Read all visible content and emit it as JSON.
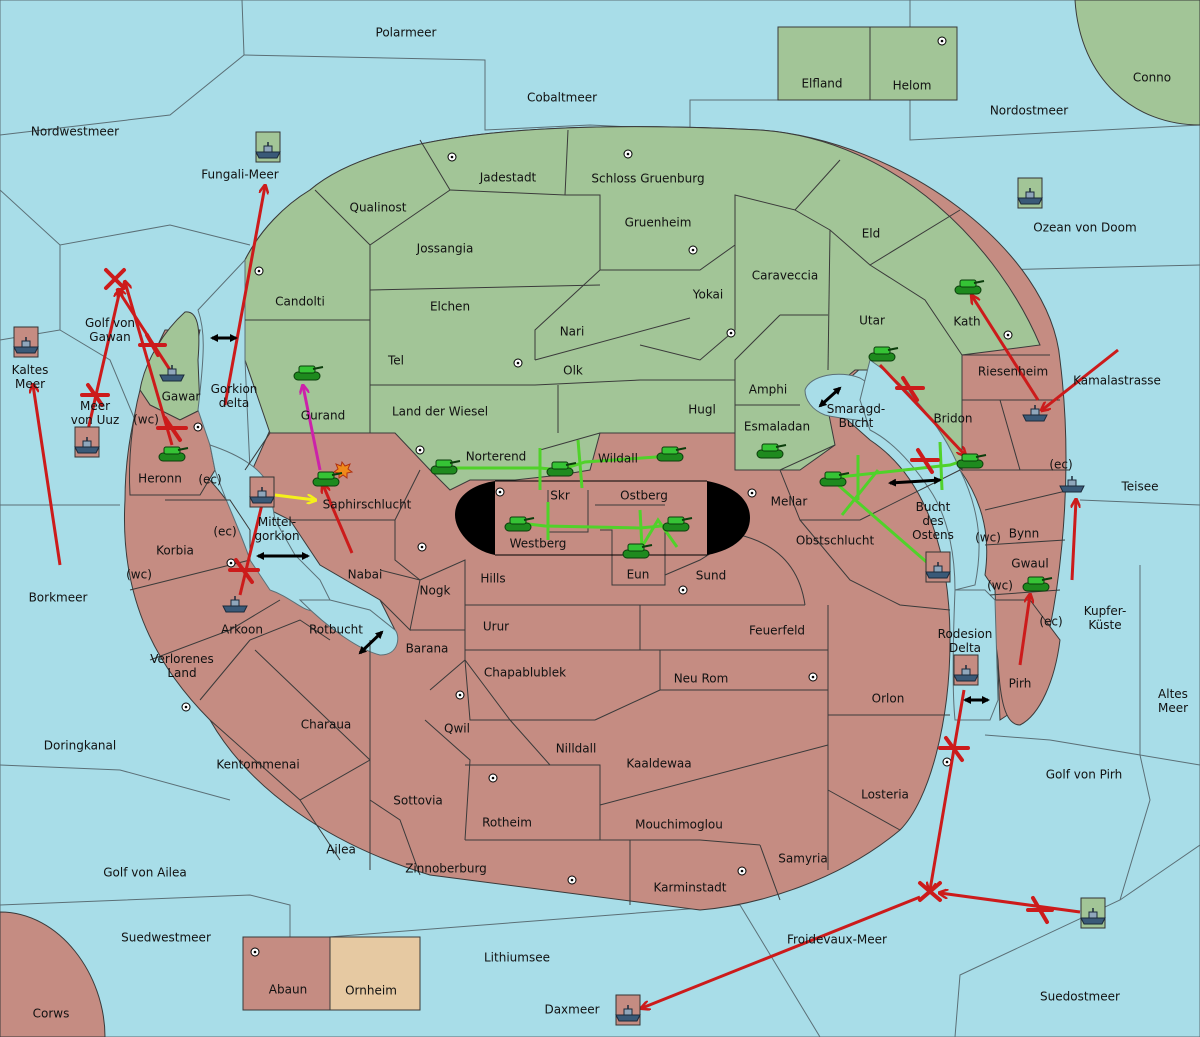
{
  "provinces": [
    {
      "id": "polarmeer",
      "label": "Polarmeer"
    },
    {
      "id": "cobaltmeer",
      "label": "Cobaltmeer"
    },
    {
      "id": "nordwestmeer",
      "label": "Nordwestmeer"
    },
    {
      "id": "nordostmeer",
      "label": "Nordostmeer"
    },
    {
      "id": "conno",
      "label": "Conno"
    },
    {
      "id": "elfland",
      "label": "Elfland"
    },
    {
      "id": "helom",
      "label": "Helom"
    },
    {
      "id": "fungali-meer",
      "label": "Fungali-Meer"
    },
    {
      "id": "ozean-von-doom",
      "label": "Ozean von Doom"
    },
    {
      "id": "jadestadt",
      "label": "Jadestadt"
    },
    {
      "id": "schloss-gruenburg",
      "label": "Schloss Gruenburg"
    },
    {
      "id": "qualinost",
      "label": "Qualinost"
    },
    {
      "id": "gruenheim",
      "label": "Gruenheim"
    },
    {
      "id": "eld",
      "label": "Eld"
    },
    {
      "id": "jossangia",
      "label": "Jossangia"
    },
    {
      "id": "caraveccia",
      "label": "Caraveccia"
    },
    {
      "id": "candolti",
      "label": "Candolti"
    },
    {
      "id": "yokai",
      "label": "Yokai"
    },
    {
      "id": "elchen",
      "label": "Elchen"
    },
    {
      "id": "nari",
      "label": "Nari"
    },
    {
      "id": "utar",
      "label": "Utar"
    },
    {
      "id": "kath",
      "label": "Kath"
    },
    {
      "id": "golf-von-gawan",
      "label": "Golf von Gawan"
    },
    {
      "id": "kaltes-meer",
      "label": "Kaltes Meer"
    },
    {
      "id": "tel",
      "label": "Tel"
    },
    {
      "id": "olk",
      "label": "Olk"
    },
    {
      "id": "amphi",
      "label": "Amphi"
    },
    {
      "id": "riesenheim",
      "label": "Riesenheim"
    },
    {
      "id": "kamalastrasse",
      "label": "Kamalastrasse"
    },
    {
      "id": "gorkion-delta",
      "label": "Gorkion delta"
    },
    {
      "id": "gawar",
      "label": "Gawar"
    },
    {
      "id": "meer-von-uuz",
      "label": "Meer von Uuz"
    },
    {
      "id": "land-der-wiesel",
      "label": "Land der Wiesel"
    },
    {
      "id": "hugl",
      "label": "Hugl"
    },
    {
      "id": "gurand",
      "label": "Gurand"
    },
    {
      "id": "smaragd-bucht",
      "label": "Smaragd-Bucht"
    },
    {
      "id": "bridon",
      "label": "Bridon"
    },
    {
      "id": "esmaladan",
      "label": "Esmaladan"
    },
    {
      "id": "norterend",
      "label": "Norterend"
    },
    {
      "id": "wildall",
      "label": "Wildall"
    },
    {
      "id": "heronn",
      "label": "Heronn"
    },
    {
      "id": "skr",
      "label": "Skr"
    },
    {
      "id": "ostberg",
      "label": "Ostberg"
    },
    {
      "id": "mellar",
      "label": "Mellar"
    },
    {
      "id": "teisee",
      "label": "Teisee"
    },
    {
      "id": "saphirschlucht",
      "label": "Saphirschlucht"
    },
    {
      "id": "bucht-des-ostens",
      "label": "Bucht des Ostens"
    },
    {
      "id": "mittel-gorkion",
      "label": "Mittel-gorkion"
    },
    {
      "id": "westberg",
      "label": "Westberg"
    },
    {
      "id": "bynn",
      "label": "Bynn"
    },
    {
      "id": "obstschlucht",
      "label": "Obstschlucht"
    },
    {
      "id": "korbia",
      "label": "Korbia"
    },
    {
      "id": "gwaul",
      "label": "Gwaul"
    },
    {
      "id": "eun",
      "label": "Eun"
    },
    {
      "id": "sund",
      "label": "Sund"
    },
    {
      "id": "nabai",
      "label": "Nabai"
    },
    {
      "id": "hills",
      "label": "Hills"
    },
    {
      "id": "borkmeer",
      "label": "Borkmeer"
    },
    {
      "id": "nogk",
      "label": "Nogk"
    },
    {
      "id": "kupfer-kueste",
      "label": "Kupfer-Küste"
    },
    {
      "id": "arkoon",
      "label": "Arkoon"
    },
    {
      "id": "urur",
      "label": "Urur"
    },
    {
      "id": "feuerfeld",
      "label": "Feuerfeld"
    },
    {
      "id": "rotbucht",
      "label": "Rotbucht"
    },
    {
      "id": "rodesion-delta",
      "label": "Rodesion Delta"
    },
    {
      "id": "barana",
      "label": "Barana"
    },
    {
      "id": "verlorenes-land",
      "label": "Verlorenes Land"
    },
    {
      "id": "chapablublek",
      "label": "Chapablublek"
    },
    {
      "id": "neu-rom",
      "label": "Neu Rom"
    },
    {
      "id": "pirh",
      "label": "Pirh"
    },
    {
      "id": "altes-meer",
      "label": "Altes Meer"
    },
    {
      "id": "orlon",
      "label": "Orlon"
    },
    {
      "id": "charaua",
      "label": "Charaua"
    },
    {
      "id": "qwil",
      "label": "Qwil"
    },
    {
      "id": "doringkanal",
      "label": "Doringkanal"
    },
    {
      "id": "nilldall",
      "label": "Nilldall"
    },
    {
      "id": "kentommenai",
      "label": "Kentommenai"
    },
    {
      "id": "kaaldewaa",
      "label": "Kaaldewaa"
    },
    {
      "id": "golf-von-pirh",
      "label": "Golf von Pirh"
    },
    {
      "id": "losteria",
      "label": "Losteria"
    },
    {
      "id": "sottovia",
      "label": "Sottovia"
    },
    {
      "id": "rotheim",
      "label": "Rotheim"
    },
    {
      "id": "mouchimoglou",
      "label": "Mouchimoglou"
    },
    {
      "id": "ailea",
      "label": "Ailea"
    },
    {
      "id": "samyria",
      "label": "Samyria"
    },
    {
      "id": "zinnoberburg",
      "label": "Zinnoberburg"
    },
    {
      "id": "golf-von-ailea",
      "label": "Golf von Ailea"
    },
    {
      "id": "karminstadt",
      "label": "Karminstadt"
    },
    {
      "id": "suedwestmeer",
      "label": "Suedwestmeer"
    },
    {
      "id": "froidevaux-meer",
      "label": "Froidevaux-Meer"
    },
    {
      "id": "lithiumsee",
      "label": "Lithiumsee"
    },
    {
      "id": "abaun",
      "label": "Abaun"
    },
    {
      "id": "ornheim",
      "label": "Ornheim"
    },
    {
      "id": "suedostmeer",
      "label": "Suedostmeer"
    },
    {
      "id": "daxmeer",
      "label": "Daxmeer"
    },
    {
      "id": "corws",
      "label": "Corws"
    }
  ],
  "coast_tags": {
    "wc": "(wc)",
    "ec": "(ec)"
  },
  "colors": {
    "sea": "#a8dde8",
    "green_power": "#a2c597",
    "red_power": "#c58c82",
    "neutral": "#e6c9a2",
    "move_red": "#cc1b1b",
    "move_green": "#50d22a",
    "support_magenta": "#cc22aa",
    "convoy_yellow": "#f5f01a",
    "failed_order": "#cc1b1b"
  },
  "icons": {
    "army": "tank-icon",
    "fleet": "ship-icon",
    "supply_center": "supply-center-dot-icon",
    "failed": "x-mark-icon",
    "dislodged": "explosion-icon"
  }
}
